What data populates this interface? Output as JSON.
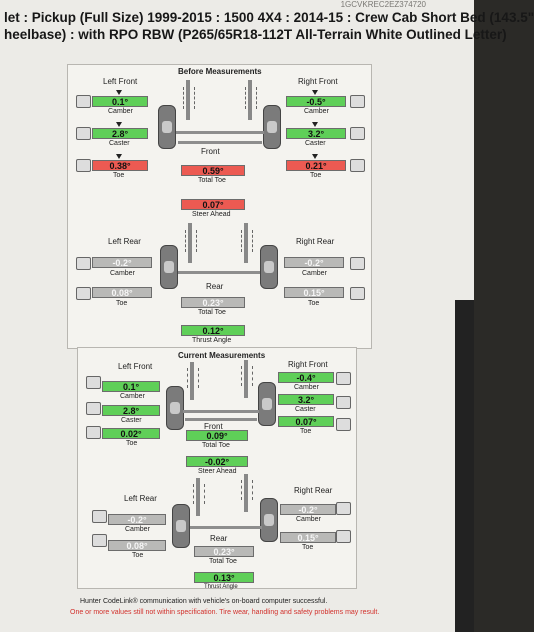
{
  "vin_text": "1GCVKREC2EZ374720",
  "header": {
    "line1": "let : Pickup (Full Size) 1999-2015 : 1500 4X4 : 2014-15 : Crew Cab Short Bed (143.5\"",
    "line2": "heelbase) : with RPO RBW (P265/65R18-112T All-Terrain White Outlined Letter)"
  },
  "before": {
    "title": "Before Measurements",
    "front": {
      "left_label": "Left Front",
      "right_label": "Right Front",
      "left_camber": "0.1°",
      "right_camber": "-0.5°",
      "left_caster": "2.8°",
      "right_caster": "3.2°",
      "left_toe": "0.38°",
      "right_toe": "0.21°",
      "camber": "Camber",
      "caster": "Caster",
      "toe": "Toe",
      "front_label": "Front",
      "total_toe": "0.59°",
      "total_toe_label": "Total Toe",
      "steer_ahead": "0.07°",
      "steer_ahead_label": "Steer Ahead"
    },
    "rear": {
      "left_label": "Left Rear",
      "right_label": "Right Rear",
      "left_camber": "-0.2°",
      "right_camber": "-0.2°",
      "left_toe": "0.08°",
      "right_toe": "0.15°",
      "camber": "Camber",
      "toe": "Toe",
      "rear_label": "Rear",
      "total_toe": "0.23°",
      "total_toe_label": "Total Toe",
      "thrust": "0.12°",
      "thrust_label": "Thrust Angle"
    }
  },
  "current": {
    "title": "Current Measurements",
    "front": {
      "left_label": "Left Front",
      "right_label": "Right Front",
      "left_camber": "0.1°",
      "right_camber": "-0.4°",
      "left_caster": "2.8°",
      "right_caster": "3.2°",
      "left_toe": "0.02°",
      "right_toe": "0.07°",
      "camber": "Camber",
      "caster": "Caster",
      "toe": "Toe",
      "front_label": "Front",
      "total_toe": "0.09°",
      "total_toe_label": "Total Toe",
      "steer_ahead": "-0.02°",
      "steer_ahead_label": "Steer Ahead"
    },
    "rear": {
      "left_label": "Left Rear",
      "right_label": "Right Rear",
      "left_camber": "-0.2°",
      "right_camber": "-0.2°",
      "left_toe": "0.08°",
      "right_toe": "0.15°",
      "camber": "Camber",
      "toe": "Toe",
      "rear_label": "Rear",
      "total_toe": "0.23°",
      "total_toe_label": "Total Toe",
      "thrust": "0.13°",
      "thrust_label": "Thrust Angle"
    }
  },
  "footer": {
    "line1": "Hunter CodeLink® communication with vehicle's on-board computer successful.",
    "line2": "One or more values still not within specification. Tire wear, handling and safety problems may result."
  },
  "colors": {
    "in_spec": "#5fcf58",
    "out_of_spec": "#ec5a52",
    "no_spec": "#b9b9b7"
  },
  "icons": [
    "camber-icon",
    "caster-icon",
    "toe-icon",
    "arrow-down-icon",
    "wheel-icon",
    "strut-icon"
  ]
}
